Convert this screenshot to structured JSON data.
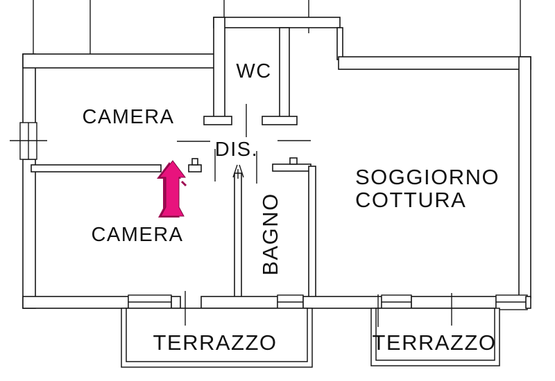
{
  "plan": {
    "title": "apartment-floor-plan",
    "labels": {
      "camera_top": "CAMERA",
      "wc": "WC",
      "dis": "DIS.",
      "soggiorno_line1": "SOGGIORNO",
      "soggiorno_line2": "COTTURA",
      "camera_bottom": "CAMERA",
      "bagno": "BAGNO",
      "terrazzo_left": "TERRAZZO",
      "terrazzo_right": "TERRAZZO"
    },
    "colors": {
      "background": "#ffffff",
      "walls": "#161616",
      "arrow_main": "#e8137d",
      "arrow_shade": "#9e0a52"
    }
  }
}
